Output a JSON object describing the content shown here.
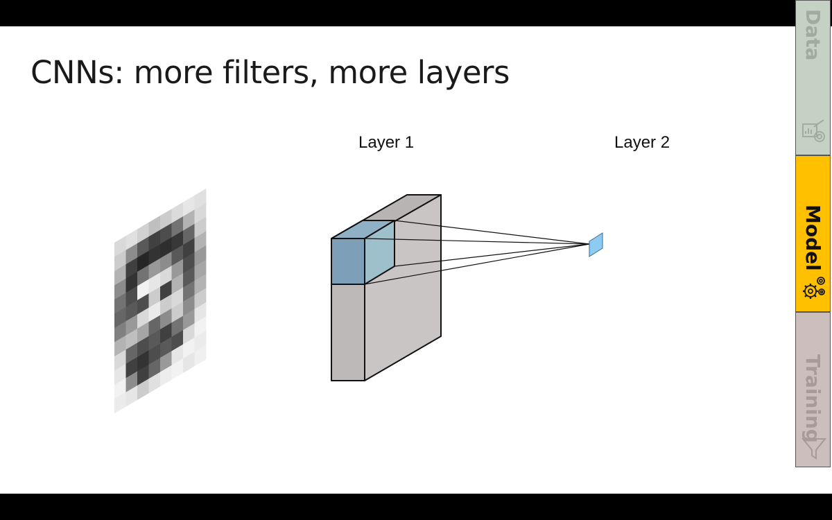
{
  "slide": {
    "title": "CNNs: more filters, more layers",
    "layer1_label": "Layer 1",
    "layer2_label": "Layer 2"
  },
  "sidebar": {
    "tabs": [
      {
        "label": "Data",
        "icon": "chart-gear-icon",
        "state": "inactive"
      },
      {
        "label": "Model",
        "icon": "gears-icon",
        "state": "active"
      },
      {
        "label": "Training",
        "icon": "funnel-icon",
        "state": "inactive"
      }
    ]
  },
  "colors": {
    "active_tab": "#ffc000",
    "data_tab": "#c4d1c4",
    "training_tab": "#cdbebe",
    "volume_gray": "#c8c4c4",
    "filter_blue": "#8aafc8",
    "output_cell": "#8ecbf2"
  },
  "input_image": {
    "rows": 12,
    "cols": 8,
    "pixels": [
      [
        0.85,
        0.88,
        0.82,
        0.75,
        0.8,
        0.86,
        0.9,
        0.88
      ],
      [
        0.8,
        0.55,
        0.35,
        0.25,
        0.3,
        0.45,
        0.7,
        0.85
      ],
      [
        0.7,
        0.25,
        0.15,
        0.2,
        0.18,
        0.22,
        0.4,
        0.8
      ],
      [
        0.55,
        0.2,
        0.45,
        0.6,
        0.55,
        0.35,
        0.25,
        0.7
      ],
      [
        0.45,
        0.3,
        0.95,
        0.9,
        0.85,
        0.6,
        0.3,
        0.6
      ],
      [
        0.4,
        0.35,
        0.3,
        0.8,
        0.25,
        0.7,
        0.35,
        0.65
      ],
      [
        0.5,
        0.6,
        0.85,
        0.92,
        0.8,
        0.85,
        0.45,
        0.7
      ],
      [
        0.7,
        0.75,
        0.65,
        0.4,
        0.55,
        0.8,
        0.55,
        0.8
      ],
      [
        0.85,
        0.4,
        0.3,
        0.35,
        0.25,
        0.45,
        0.6,
        0.9
      ],
      [
        0.9,
        0.25,
        0.2,
        0.3,
        0.35,
        0.3,
        0.85,
        0.95
      ],
      [
        0.95,
        0.55,
        0.25,
        0.4,
        0.6,
        0.9,
        0.95,
        0.92
      ],
      [
        0.92,
        0.9,
        0.8,
        0.88,
        0.93,
        0.95,
        0.9,
        0.94
      ]
    ]
  }
}
